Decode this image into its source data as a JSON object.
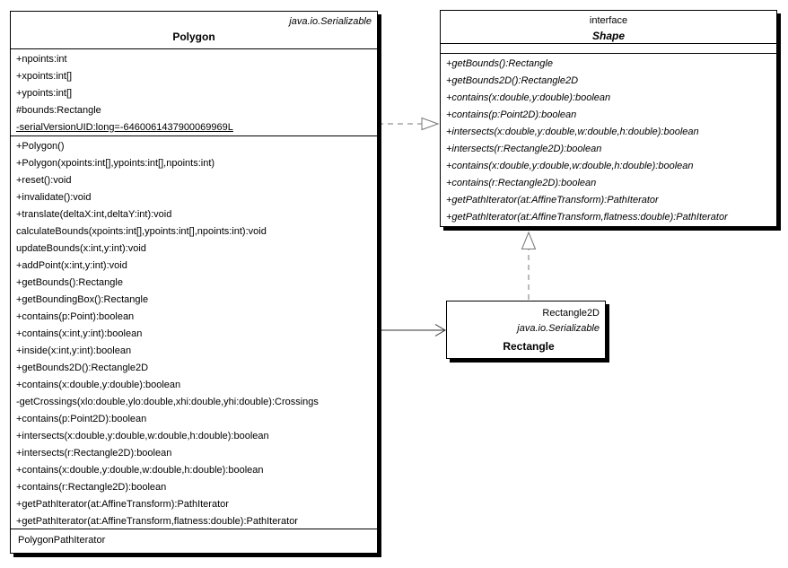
{
  "colors": {
    "background": "#ffffff",
    "box_fill": "#ffffff",
    "box_border": "#000000",
    "box_shadow": "#000000",
    "arrow_dashed": "#777777",
    "arrow_solid": "#333333",
    "arrow_fill": "#ffffff"
  },
  "polygon": {
    "interface_label": "java.io.Serializable",
    "title": "Polygon",
    "fields": [
      "+npoints:int",
      "+xpoints:int[]",
      "+ypoints:int[]",
      "#bounds:Rectangle",
      "-serialVersionUID:long=-6460061437900069969L"
    ],
    "methods": [
      "+Polygon()",
      "+Polygon(xpoints:int[],ypoints:int[],npoints:int)",
      "+reset():void",
      "+invalidate():void",
      "+translate(deltaX:int,deltaY:int):void",
      "calculateBounds(xpoints:int[],ypoints:int[],npoints:int):void",
      "updateBounds(x:int,y:int):void",
      "+addPoint(x:int,y:int):void",
      "+getBounds():Rectangle",
      "+getBoundingBox():Rectangle",
      "+contains(p:Point):boolean",
      "+contains(x:int,y:int):boolean",
      "+inside(x:int,y:int):boolean",
      "+getBounds2D():Rectangle2D",
      "+contains(x:double,y:double):boolean",
      "-getCrossings(xlo:double,ylo:double,xhi:double,yhi:double):Crossings",
      "+contains(p:Point2D):boolean",
      "+intersects(x:double,y:double,w:double,h:double):boolean",
      "+intersects(r:Rectangle2D):boolean",
      "+contains(x:double,y:double,w:double,h:double):boolean",
      "+contains(r:Rectangle2D):boolean",
      "+getPathIterator(at:AffineTransform):PathIterator",
      "+getPathIterator(at:AffineTransform,flatness:double):PathIterator"
    ],
    "inner_class": "PolygonPathIterator"
  },
  "shape": {
    "stereotype": "interface",
    "title": "Shape",
    "methods": [
      "+getBounds():Rectangle",
      "+getBounds2D():Rectangle2D",
      "+contains(x:double,y:double):boolean",
      "+contains(p:Point2D):boolean",
      "+intersects(x:double,y:double,w:double,h:double):boolean",
      "+intersects(r:Rectangle2D):boolean",
      "+contains(x:double,y:double,w:double,h:double):boolean",
      "+contains(r:Rectangle2D):boolean",
      "+getPathIterator(at:AffineTransform):PathIterator",
      "+getPathIterator(at:AffineTransform,flatness:double):PathIterator"
    ]
  },
  "rectangle": {
    "superclass": "Rectangle2D",
    "interface_label": "java.io.Serializable",
    "title": "Rectangle"
  }
}
